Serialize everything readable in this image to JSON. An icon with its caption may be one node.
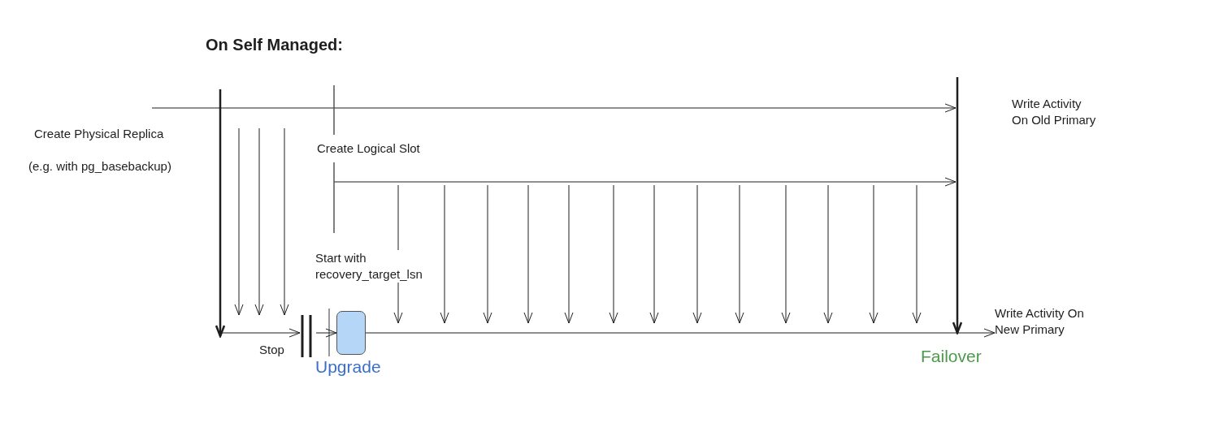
{
  "diagram": {
    "title": "On Self Managed:",
    "nodes": [
      {
        "text": [],
        "shape": "box",
        "beside": [
          "Upgrade"
        ]
      },
      {
        "text": [
          "Write Activity On New Primary"
        ]
      },
      {
        "text": [
          "Write Activity On Old Primary"
        ]
      }
    ],
    "edges": [
      {
        "from": null,
        "to": 0,
        "arrow": "to"
      },
      {
        "from": 0,
        "to": 1,
        "arrow": "to"
      }
    ],
    "labels": [
      "Create Physical Replica",
      "(e.g. with pg_basebackup)",
      "Create Logical Slot",
      "Start with recovery_target_lsn",
      "Stop",
      "Failover"
    ]
  }
}
